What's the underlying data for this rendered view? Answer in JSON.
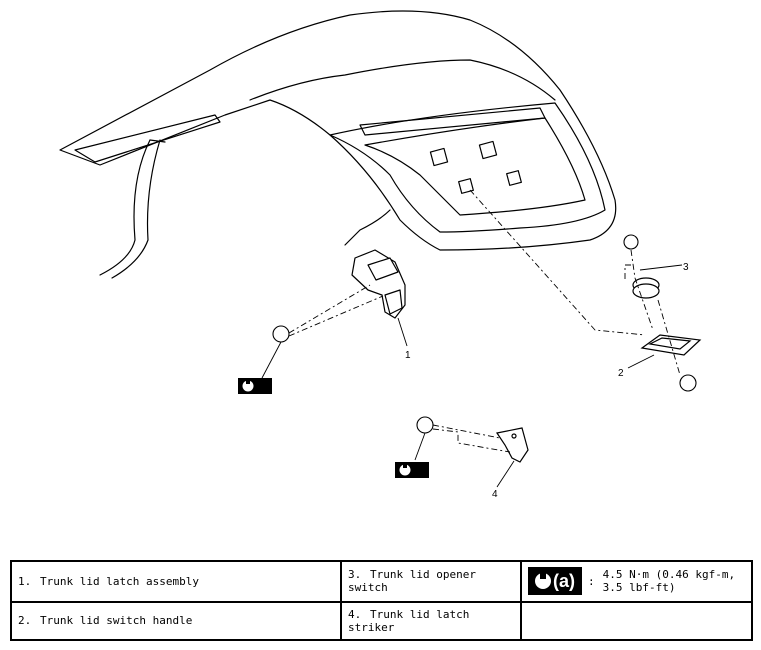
{
  "callouts": [
    "1",
    "2",
    "3",
    "4"
  ],
  "torque_symbol": "(a)",
  "legend": {
    "rows": [
      [
        {
          "num": "1.",
          "label": "Trunk lid latch assembly"
        },
        {
          "num": "3.",
          "label": "Trunk lid opener switch"
        }
      ],
      [
        {
          "num": "2.",
          "label": "Trunk lid switch handle"
        },
        {
          "num": "4.",
          "label": "Trunk lid latch striker"
        }
      ]
    ],
    "torque": {
      "symbol": "(a)",
      "colon": ":",
      "line1": "4.5 N·m (0.46 kgf-m,",
      "line2": "3.5 lbf-ft)"
    }
  },
  "icons": {
    "torque": "torque-wrench-icon"
  }
}
